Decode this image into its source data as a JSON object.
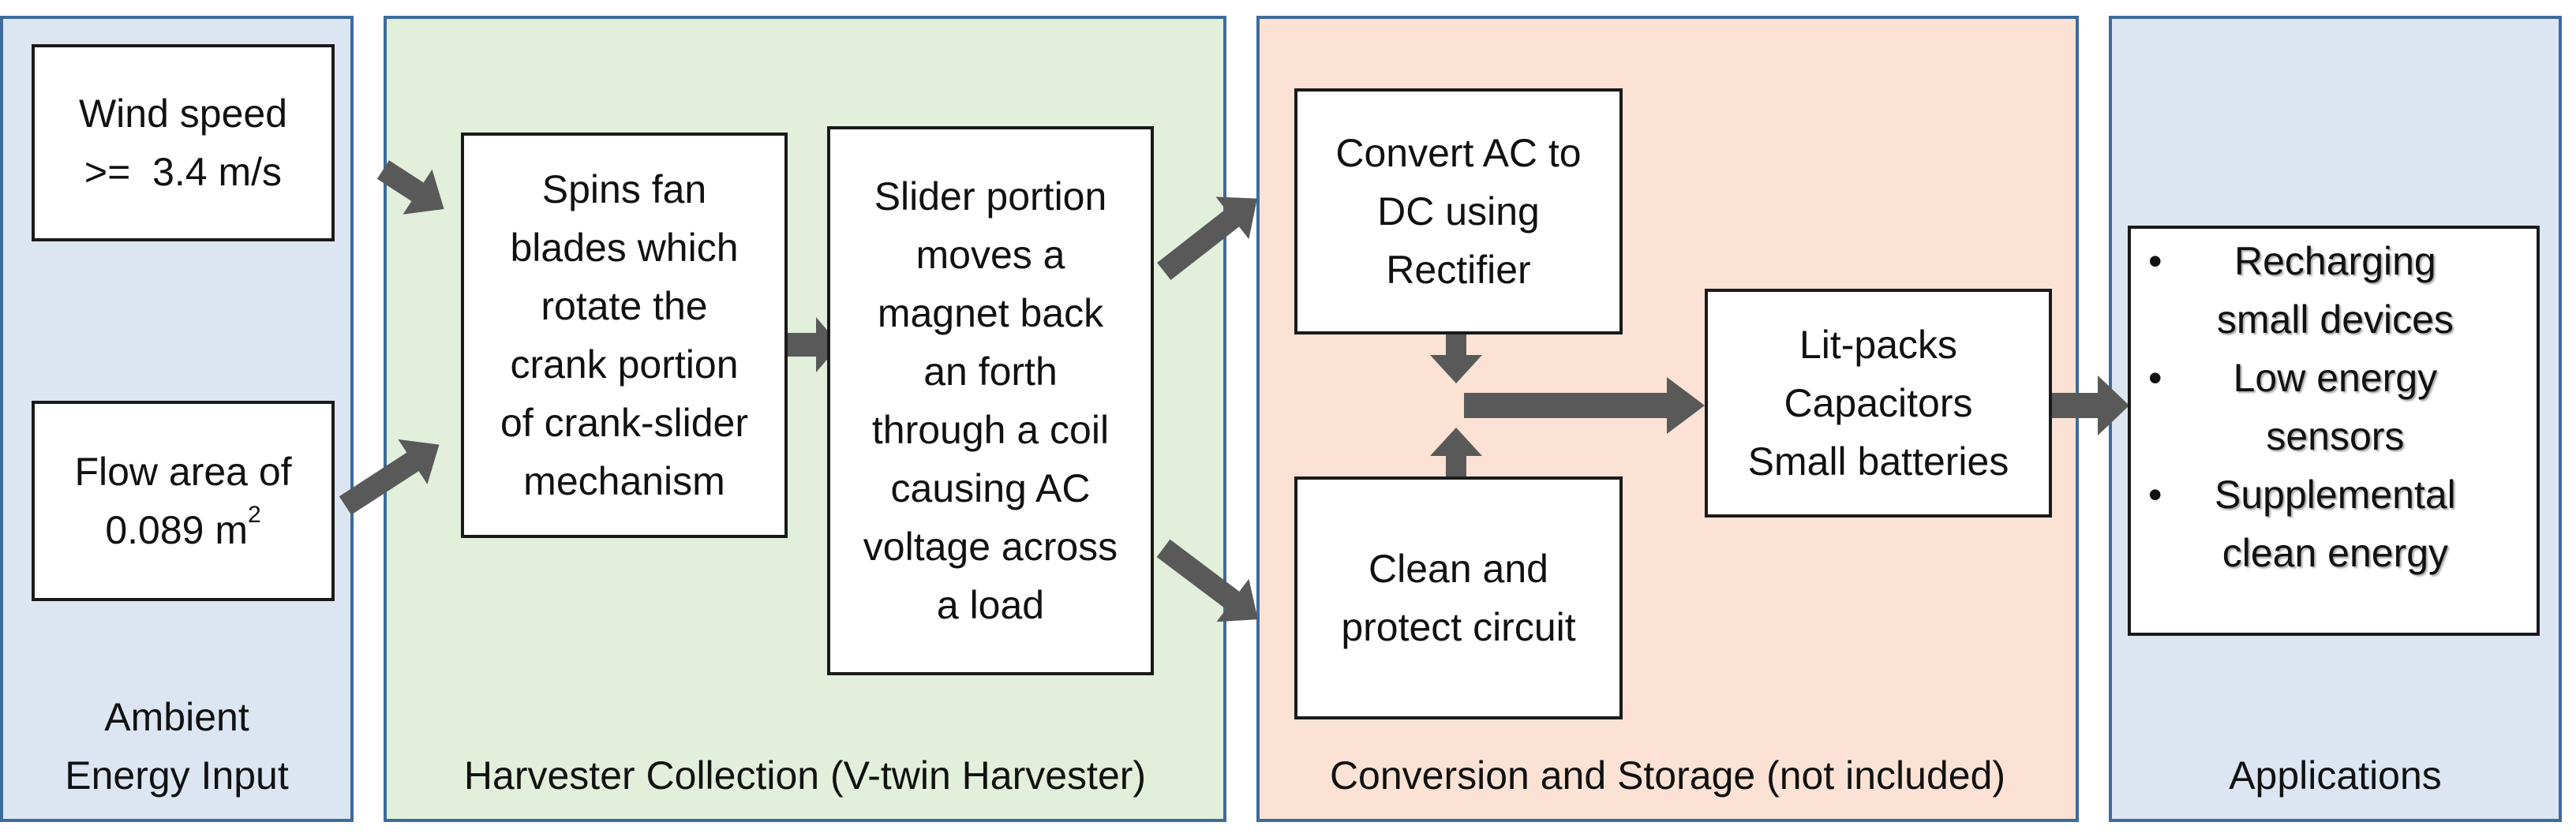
{
  "colors": {
    "panel_border": "#3e6b9a",
    "ambient_bg": "#dce6f2",
    "harvester_bg": "#e2efda",
    "conversion_bg": "#fbe2d5",
    "applications_bg": "#dce6f2",
    "arrow": "#595959",
    "box_border": "#1a1a1a"
  },
  "panels": {
    "ambient": {
      "label_line1": "Ambient",
      "label_line2": "Energy Input"
    },
    "harvester": {
      "label": "Harvester Collection (V-twin Harvester)"
    },
    "conversion": {
      "label": "Conversion and Storage (not included)"
    },
    "applications": {
      "label": "Applications"
    }
  },
  "boxes": {
    "wind": {
      "line1": "Wind speed",
      "line2": ">=  3.4 m/s"
    },
    "flow": {
      "line1": "Flow area of",
      "line2": "0.089 m",
      "sup": "2"
    },
    "spins": {
      "lines": [
        "Spins fan",
        "blades which",
        "rotate the",
        "crank portion",
        "of crank-slider",
        "mechanism"
      ]
    },
    "slider": {
      "lines": [
        "Slider portion",
        "moves a",
        "magnet back",
        "an forth",
        "through a coil",
        "causing AC",
        "voltage across",
        "a load"
      ]
    },
    "convert": {
      "lines": [
        "Convert AC to",
        "DC using",
        "Rectifier"
      ]
    },
    "clean": {
      "lines": [
        "Clean and",
        "protect circuit"
      ]
    },
    "storage": {
      "lines": [
        "Lit-packs",
        "Capacitors",
        "Small batteries"
      ]
    }
  },
  "applications": {
    "bullet": "•",
    "items": [
      {
        "line1": "Recharging",
        "line2": "small devices"
      },
      {
        "line1": "Low energy",
        "line2": "sensors"
      },
      {
        "line1": "Supplemental",
        "line2": "clean energy"
      }
    ]
  },
  "arrows": [
    {
      "from": "wind",
      "to": "spins"
    },
    {
      "from": "flow",
      "to": "spins"
    },
    {
      "from": "spins",
      "to": "slider"
    },
    {
      "from": "slider",
      "to": "convert"
    },
    {
      "from": "slider",
      "to": "clean"
    },
    {
      "from": "convert",
      "to": "merge"
    },
    {
      "from": "clean",
      "to": "merge"
    },
    {
      "from": "merge",
      "to": "storage"
    },
    {
      "from": "storage",
      "to": "applications"
    }
  ]
}
